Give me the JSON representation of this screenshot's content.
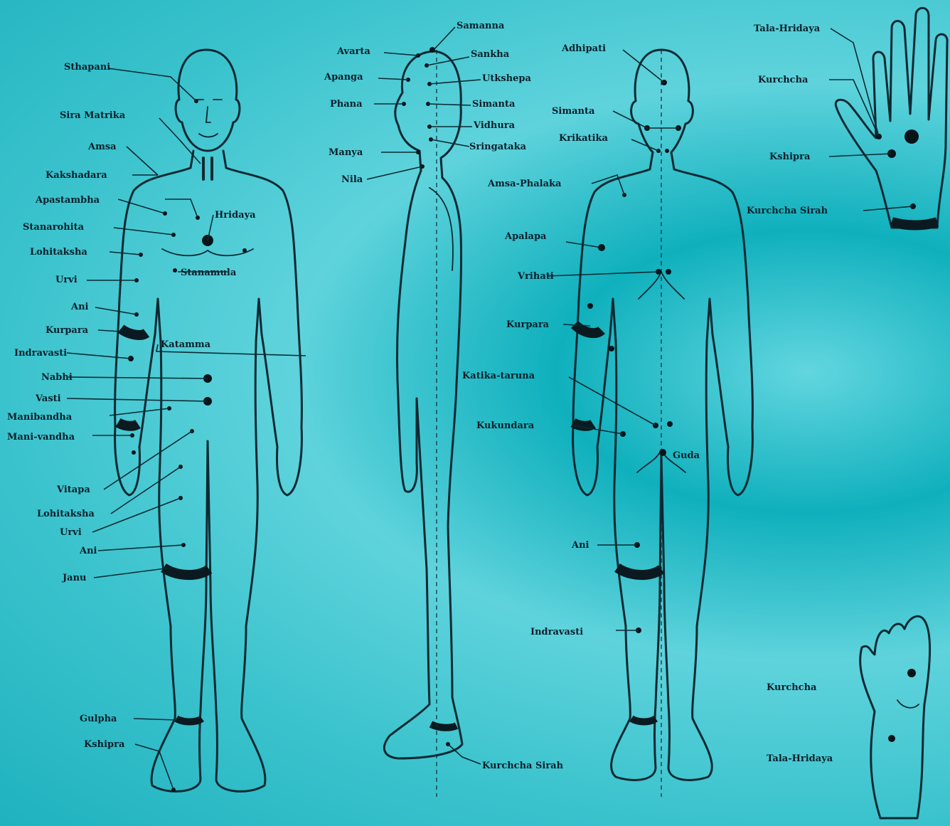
{
  "figures": [
    "front",
    "side",
    "back",
    "hand",
    "foot"
  ],
  "labels": {
    "front": {
      "sthapani": "Sthapani",
      "sira_matrika": "Sira Matrika",
      "amsa": "Amsa",
      "kakshadara": "Kakshadara",
      "apastambha": "Apastambha",
      "hridaya": "Hridaya",
      "stanarohita": "Stanarohita",
      "lohitaksha_arm": "Lohitaksha",
      "stanamula": "Stanamula",
      "urvi_arm": "Urvi",
      "ani_arm": "Ani",
      "kurpara": "Kurpara",
      "indravasti_arm": "Indravasti",
      "nabhi": "Nabhi",
      "vasti": "Vasti",
      "katamma": "Katamma",
      "manibandha": "Manibandha",
      "mani_vandha": "Mani-vandha",
      "vitapa": "Vitapa",
      "lohitaksha_leg": "Lohitaksha",
      "urvi_leg": "Urvi",
      "ani_leg": "Ani",
      "janu": "Janu",
      "gulpha": "Gulpha",
      "kshipra": "Kshipra"
    },
    "side": {
      "samanna": "Samanna",
      "avarta": "Avarta",
      "sankha": "Sankha",
      "apanga": "Apanga",
      "utkshepa": "Utkshepa",
      "phana": "Phana",
      "simanta": "Simanta",
      "vidhura": "Vidhura",
      "manya": "Manya",
      "sringataka": "Sringataka",
      "nila": "Nila",
      "kurchcha_sirah": "Kurchcha Sirah"
    },
    "back": {
      "adhipati": "Adhipati",
      "simanta": "Simanta",
      "krikatika": "Krikatika",
      "amsa_phalaka": "Amsa-Phalaka",
      "apalapa": "Apalapa",
      "vrihati": "Vrihati",
      "kurpara": "Kurpara",
      "katika_taruna": "Katika-taruna",
      "kukundara": "Kukundara",
      "guda": "Guda",
      "ani": "Ani",
      "indravasti": "Indravasti"
    },
    "hand": {
      "tala_hridaya": "Tala-Hridaya",
      "kurchcha": "Kurchcha",
      "kshipra": "Kshipra",
      "kurchcha_sirah": "Kurchcha Sirah"
    },
    "foot": {
      "kurchcha": "Kurchcha",
      "tala_hridaya": "Tala-Hridaya"
    }
  }
}
